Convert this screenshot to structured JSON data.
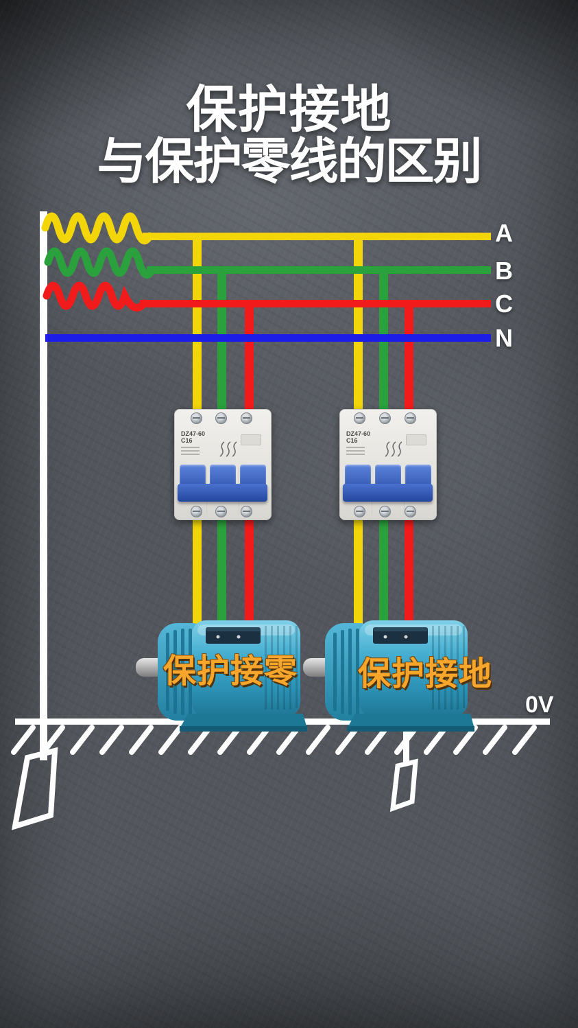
{
  "title": {
    "line1": "保护接地",
    "line2": "与保护零线的区别"
  },
  "wires": {
    "a": "A",
    "b": "B",
    "c": "C",
    "n": "N"
  },
  "ground": {
    "voltage": "0V"
  },
  "motors": {
    "left": {
      "label": "保护接零"
    },
    "right": {
      "label": "保护接地"
    }
  },
  "breakers": {
    "model": "DZ47-60",
    "rating": "C16"
  },
  "colors": {
    "phase_a_yellow": "#f2d60a",
    "phase_b_green": "#2aa13c",
    "phase_c_red": "#f21b1b",
    "neutral_blue": "#1d1de8",
    "conductor_white": "#ffffff",
    "motor_teal": "#3aa6c8",
    "motor_label_orange": "#f7a62b",
    "breaker_handle_blue": "#2f55b8",
    "background_slate": "#53575d"
  }
}
